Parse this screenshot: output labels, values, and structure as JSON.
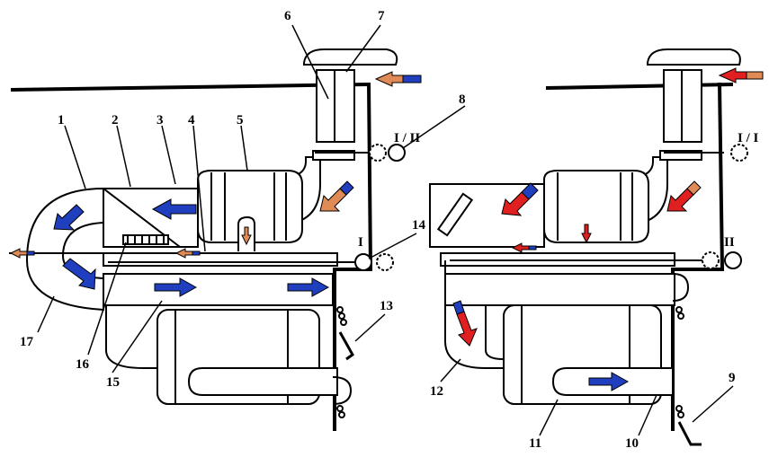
{
  "colors": {
    "ink": "#000000",
    "blue_arrow": "#1f3fbf",
    "orange_arrow": "#e08a55",
    "red_arrow": "#e02020",
    "component_fill": "#ffffff"
  },
  "callouts": {
    "n1": "1",
    "n2": "2",
    "n3": "3",
    "n4": "4",
    "n5": "5",
    "n6": "6",
    "n7": "7",
    "n8": "8",
    "n9": "9",
    "n10": "10",
    "n11": "11",
    "n12": "12",
    "n13": "13",
    "n14": "14",
    "n15": "15",
    "n16": "16",
    "n17": "17"
  },
  "positions": {
    "left_top": "I / II",
    "left_lower": "I",
    "right_top": "I / I",
    "right_lower": "II"
  },
  "icons": {
    "flow_arrow_blue": "arrow-icon",
    "flow_arrow_mixed": "arrow-icon"
  }
}
